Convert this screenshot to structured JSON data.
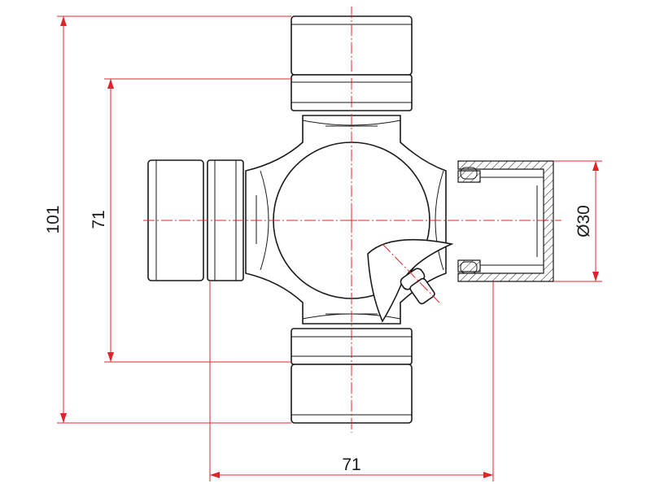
{
  "diagram": {
    "dimensions": {
      "overall_height": "101",
      "bearing_span_vertical": "71",
      "bearing_span_horizontal": "71",
      "cup_diameter": "Ø30"
    },
    "colors": {
      "dimension_lines": "#e0242c",
      "outline": "#1a1a1a"
    }
  }
}
